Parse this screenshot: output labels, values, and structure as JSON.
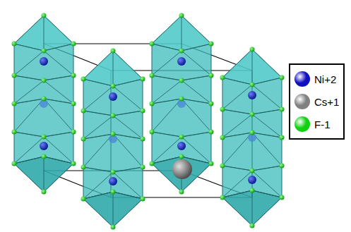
{
  "diagram": {
    "legend": [
      {
        "text": "Ni+2",
        "color": "#1010c0"
      },
      {
        "text": "Cs+1",
        "color": "#808080"
      },
      {
        "text": "F-1",
        "color": "#10d010"
      }
    ]
  }
}
